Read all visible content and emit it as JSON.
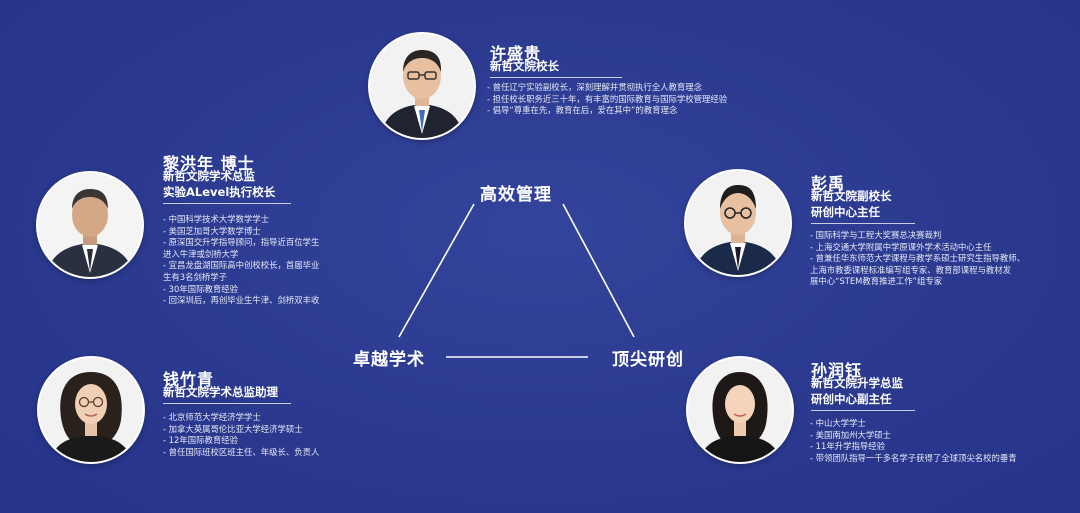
{
  "pillars": {
    "top": "高效管理",
    "left": "卓越学术",
    "right": "顶尖研创"
  },
  "people": [
    {
      "name": "许盛贵",
      "titles": [
        "新哲文院校长"
      ],
      "bullets": [
        "- 曾任辽宁实验副校长，深刻理解并贯彻执行全人教育理念",
        "- 担任校长职务近三十年，有丰富的国际教育与国际学校管理经验",
        "- 倡导“尊重在先，教育在后，爱在其中”的教育理念"
      ]
    },
    {
      "name": "黎洪年 博士",
      "titles": [
        "新哲文院学术总监",
        "实验ALevel执行校长"
      ],
      "bullets": [
        "- 中国科学技术大学数学学士",
        "- 美国芝加哥大学数学博士",
        "- 原深国交升学指导顾问，指导近百位学生",
        "  进入牛津或剑桥大学",
        "- 宜昌龙盘湖国际高中创校校长，首届毕业",
        "  生有3名剑桥学子",
        "- 30年国际教育经验",
        "- 回深圳后，再创毕业生牛津、剑桥双丰收"
      ]
    },
    {
      "name": "彭禹",
      "titles": [
        "新哲文院副校长",
        "研创中心主任"
      ],
      "bullets": [
        "- 国际科学与工程大奖赛总决赛裁判",
        "- 上海交通大学附属中学原课外学术活动中心主任",
        "- 曾兼任华东师范大学课程与教学系硕士研究生指导教师、",
        "  上海市教委课程标准编写组专家、教育部课程与教材发",
        "  展中心“STEM教育推进工作”组专家"
      ]
    },
    {
      "name": "钱竹青",
      "titles": [
        "新哲文院学术总监助理"
      ],
      "bullets": [
        "- 北京师范大学经济学学士",
        "- 加拿大英属哥伦比亚大学经济学硕士",
        "- 12年国际教育经验",
        "- 曾任国际班校区班主任、年级长、负责人"
      ]
    },
    {
      "name": "孙润钰",
      "titles": [
        "新哲文院升学总监",
        "研创中心副主任"
      ],
      "bullets": [
        "- 中山大学学士",
        "- 美国南加州大学硕士",
        "- 11年升学指导经验",
        "- 带领团队指导一千多名学子获得了全球顶尖名校的垂青"
      ]
    }
  ]
}
